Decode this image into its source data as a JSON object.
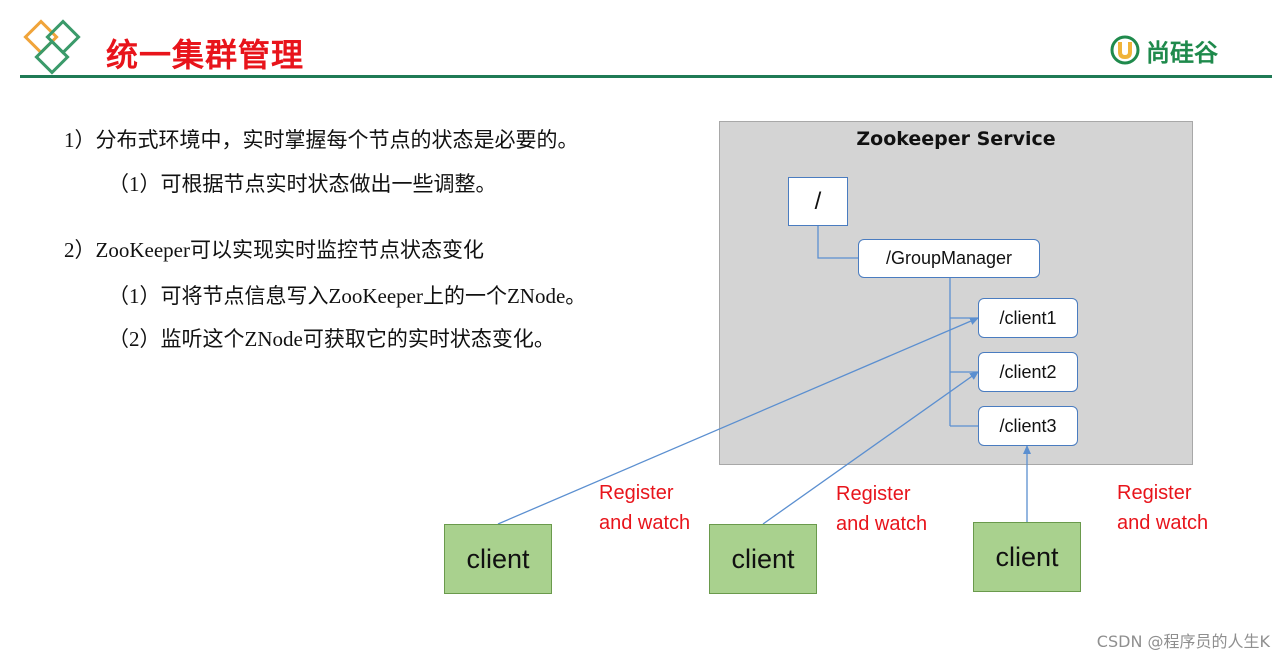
{
  "header": {
    "title": "统一集群管理",
    "brand": "尚硅谷",
    "colors": {
      "title": "#e8141b",
      "rule": "#1f7a55",
      "brand": "#1f8a4c"
    }
  },
  "content": {
    "p1": {
      "num": "1）",
      "text": "分布式环境中，实时掌握每个节点的状态是必要的。"
    },
    "p1_1": {
      "num": "（1）",
      "text": "可根据节点实时状态做出一些调整。"
    },
    "p2": {
      "num": "2）",
      "zk": "ZooKeeper",
      "text": "可以实现实时监控节点状态变化"
    },
    "p2_1": {
      "num": "（1）",
      "a": "可将节点信息写入",
      "zk": "ZooKeeper",
      "b": "上的一个",
      "zn": "ZNode",
      "c": "。"
    },
    "p2_2": {
      "num": "（2）",
      "a": "监听这个",
      "zn": "ZNode",
      "b": "可获取它的实时状态变化。"
    }
  },
  "diagram": {
    "service_title": "Zookeeper Service",
    "nodes": {
      "root": "/",
      "group": "/GroupManager",
      "c1": "/client1",
      "c2": "/client2",
      "c3": "/client3"
    },
    "clients": [
      "client",
      "client",
      "client"
    ],
    "register": {
      "line1": "Register",
      "line2": "and watch"
    },
    "colors": {
      "box": "#d4d4d4",
      "node_border": "#4a7cc0",
      "client_fill": "#a9d18e",
      "label": "#e8141b",
      "wire": "#5b8fd0"
    }
  },
  "watermark": "CSDN @程序员的人生K"
}
